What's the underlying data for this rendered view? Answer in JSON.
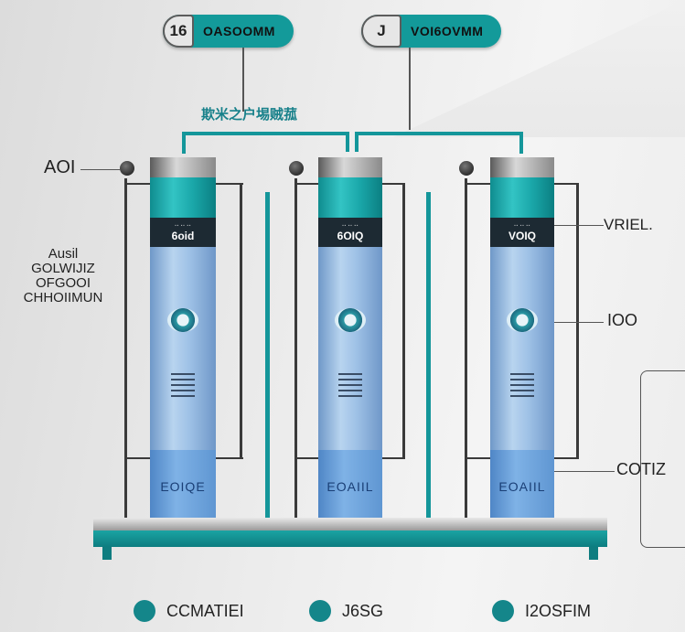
{
  "top_labels": [
    {
      "number": "16",
      "text": "OASOOMM"
    },
    {
      "number": "J",
      "text": "VOI6OVMM"
    }
  ],
  "center_heading": "欺米之户埸贼菰",
  "side_labels": {
    "left_top": "AOI",
    "left_block": [
      "Ausil",
      "GOLWIJIZ",
      "OFGOOI",
      "CHHOIIMUN"
    ],
    "right_top": "VRIEL.",
    "right_mid": "IOO",
    "right_bottom": "COTIZ"
  },
  "filters": [
    {
      "band": "6oid",
      "base": "EOIQE"
    },
    {
      "band": "6OIQ",
      "base": "EOAIIL"
    },
    {
      "band": "VOIQ",
      "base": "EOAIIL"
    }
  ],
  "legend": [
    {
      "label": "CCMATIEI",
      "color": "#14868a"
    },
    {
      "label": "J6SG",
      "color": "#14868a"
    },
    {
      "label": "I2OSFIM",
      "color": "#14868a"
    }
  ],
  "colors": {
    "accent": "#139a9a",
    "pipe": "#14969a",
    "frame": "#3a3a3a",
    "glass": "#9ec1e6"
  }
}
